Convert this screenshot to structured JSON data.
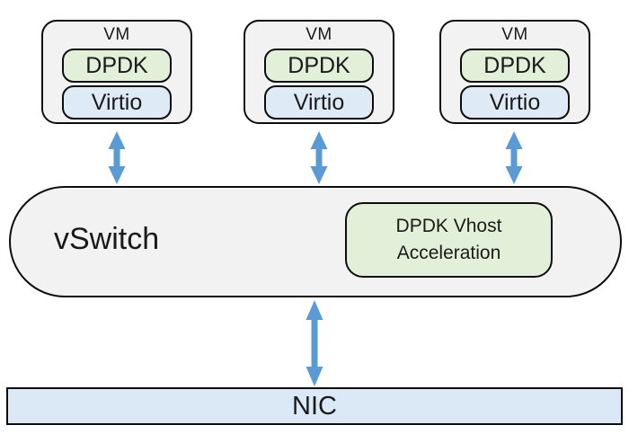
{
  "vms": [
    {
      "name": "VM",
      "dpdk": "DPDK",
      "virtio": "Virtio"
    },
    {
      "name": "VM",
      "dpdk": "DPDK",
      "virtio": "Virtio"
    },
    {
      "name": "VM",
      "dpdk": "DPDK",
      "virtio": "Virtio"
    }
  ],
  "vswitch": {
    "label": "vSwitch",
    "acceleration_label": "DPDK Vhost Acceleration"
  },
  "nic": {
    "label": "NIC"
  },
  "colors": {
    "vm_fill": "#f2f2f2",
    "dpdk_fill": "#e2efd9",
    "virtio_fill": "#deeaf6",
    "vswitch_fill": "#f2f2f2",
    "accel_fill": "#e2efd9",
    "nic_fill": "#dbe8f6",
    "arrow": "#5b9bd5",
    "border": "#0d0d0d",
    "text": "#1a1a1a"
  }
}
